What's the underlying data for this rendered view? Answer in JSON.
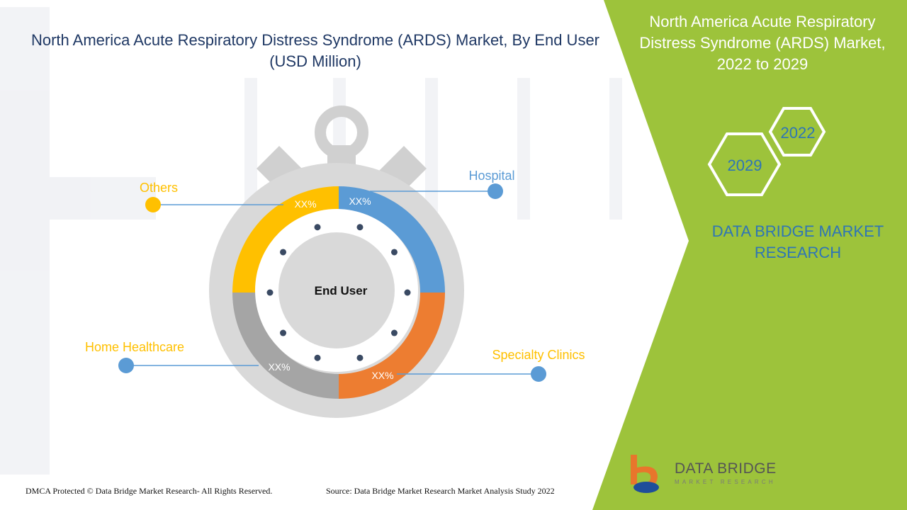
{
  "header": {
    "title": "North America Acute Respiratory Distress Syndrome (ARDS) Market, By End User (USD Million)"
  },
  "side_panel": {
    "title": "North America Acute Respiratory Distress Syndrome (ARDS) Market, 2022 to 2029",
    "year_start": "2022",
    "year_end": "2029",
    "brand": "DATA BRIDGE MARKET RESEARCH"
  },
  "footer": {
    "copyright": "DMCA Protected © Data Bridge Market Research- All Rights Reserved.",
    "source": "Source: Data Bridge Market Research Market Analysis Study 2022"
  },
  "logo": {
    "name": "DATA BRIDGE",
    "tagline": "MARKET RESEARCH"
  },
  "colors": {
    "hospital": "#5b9bd5",
    "specialty_clinics": "#ed7d31",
    "home_healthcare": "#a5a5a5",
    "others": "#ffc000",
    "panel_green": "#9dc33b",
    "title_navy": "#1f3864"
  },
  "chart_data": {
    "type": "pie",
    "center_label": "End User",
    "categories": [
      "Hospital",
      "Specialty Clinics",
      "Home Healthcare",
      "Others"
    ],
    "value_labels": [
      "XX%",
      "XX%",
      "XX%",
      "XX%"
    ],
    "values": [
      25,
      25,
      25,
      25
    ],
    "legend": "none"
  }
}
